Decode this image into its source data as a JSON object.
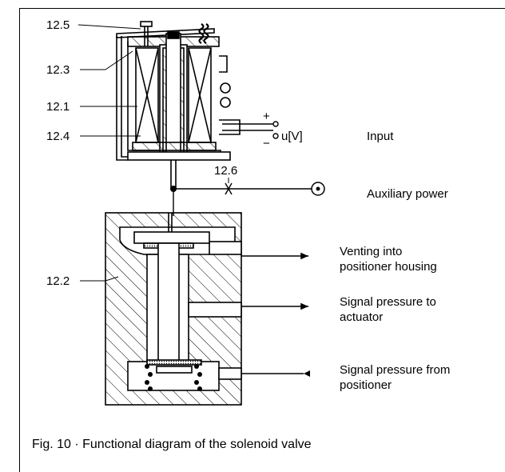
{
  "caption": "Fig. 10 · Functional diagram of the solenoid valve",
  "callouts": {
    "c125": "12.5",
    "c123": "12.3",
    "c121": "12.1",
    "c124": "12.4",
    "c126": "12.6",
    "c122": "12.2"
  },
  "terminals": {
    "plus": "+",
    "minus": "−",
    "voltage": "u[V]"
  },
  "labels": {
    "input": "Input",
    "aux": "Auxiliary power",
    "venting_1": "Venting into",
    "venting_2": "positioner housing",
    "sig_to_1": "Signal pressure to",
    "sig_to_2": "actuator",
    "sig_from_1": "Signal pressure from",
    "sig_from_2": "positioner"
  }
}
